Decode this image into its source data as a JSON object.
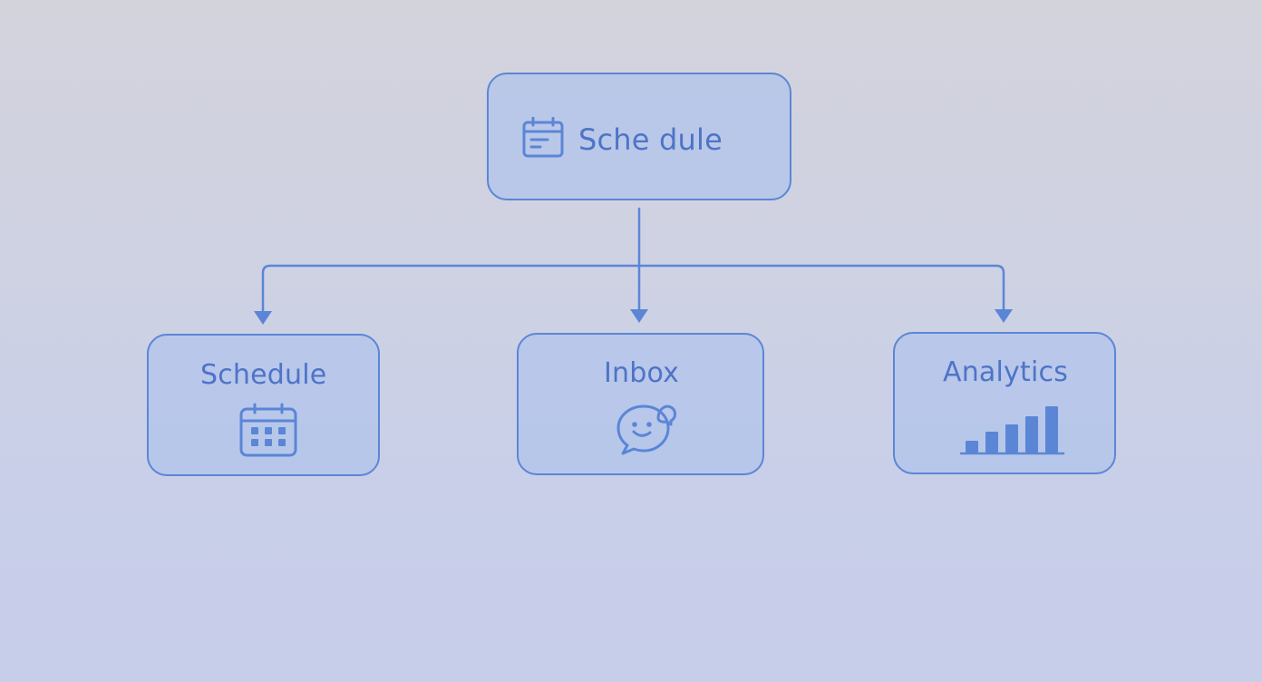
{
  "diagram": {
    "root": {
      "label": "Sche dule",
      "icon": "calendar-icon"
    },
    "children": [
      {
        "label": "Schedule",
        "icon": "calendar-grid-icon"
      },
      {
        "label": "Inbox",
        "icon": "chat-bubble-icon"
      },
      {
        "label": "Analytics",
        "icon": "bar-chart-icon"
      }
    ]
  },
  "colors": {
    "accent": "#5b86d6",
    "text": "#4e74c7",
    "node_fill": "#b0c3ec"
  }
}
